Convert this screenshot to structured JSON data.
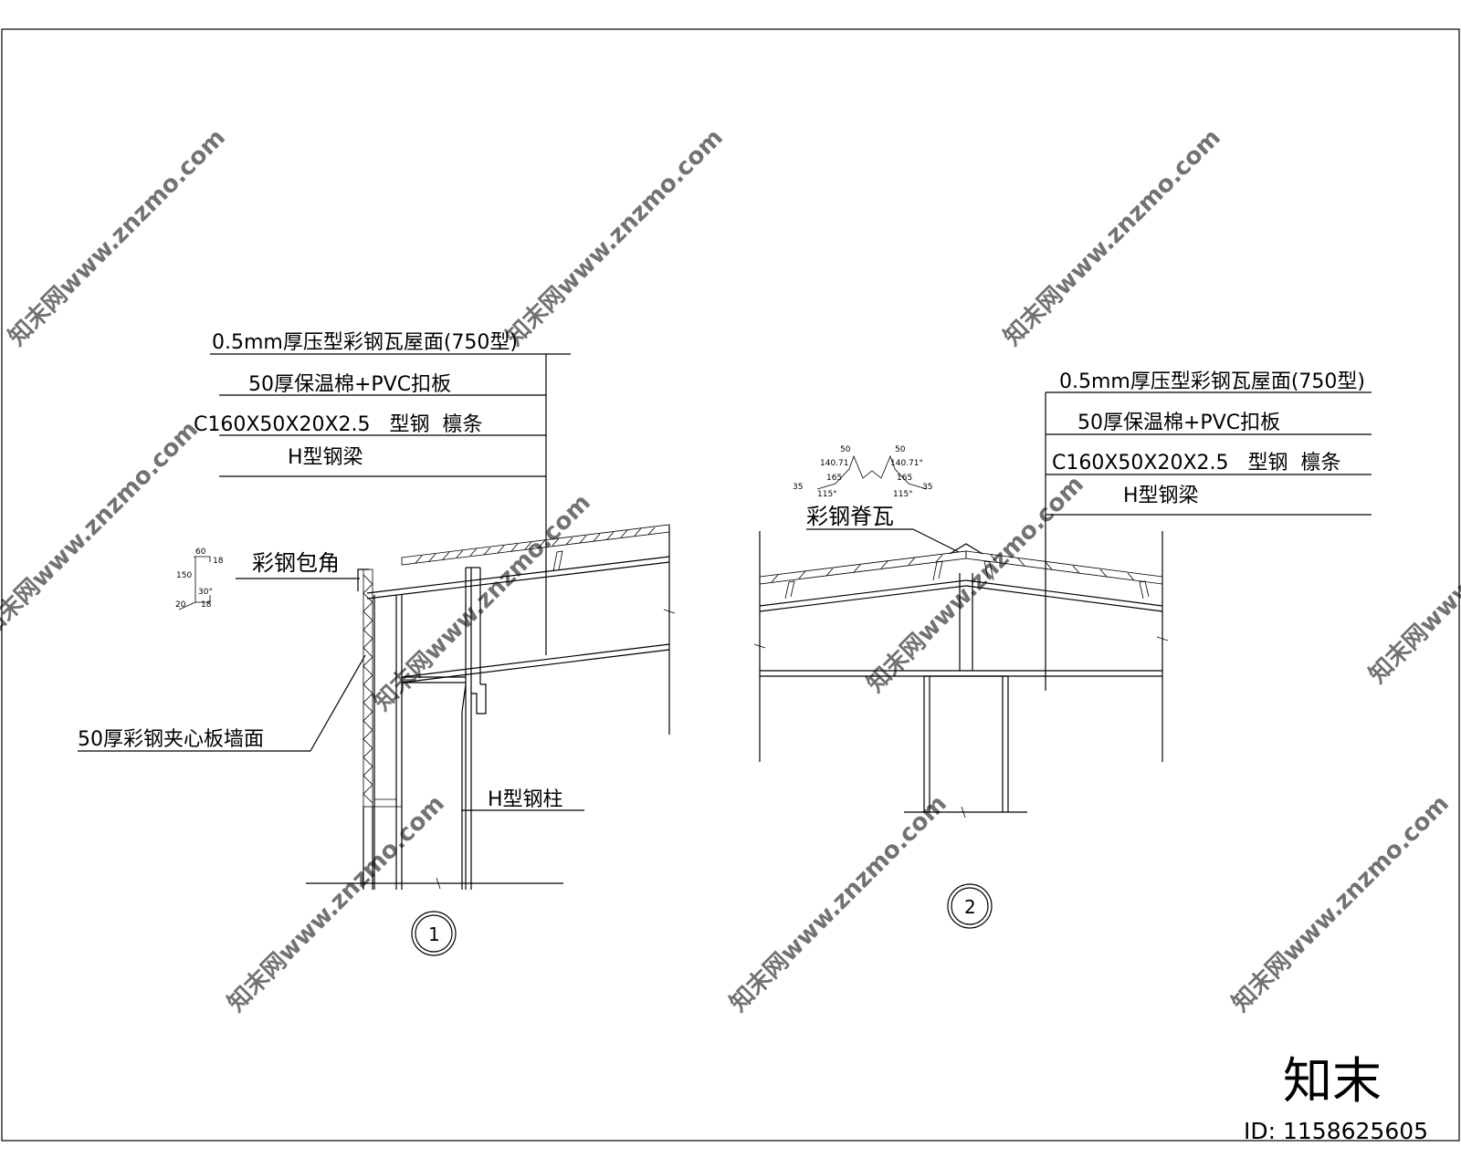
{
  "watermark": {
    "text": "知末网www.znzmo.com"
  },
  "brand": {
    "logo": "知末",
    "id": "ID: 1158625605"
  },
  "detail1": {
    "callouts": [
      "0.5mm厚压型彩钢瓦屋面(750型)",
      "50厚保温棉+PVC扣板",
      "C160X50X20X2.5   型钢  檩条",
      "H型钢梁"
    ],
    "corner_label": "彩钢包角",
    "wall_label": "50厚彩钢夹心板墙面",
    "column_label": "H型钢柱",
    "corner_dims": [
      "60",
      "18",
      "150",
      "30°",
      "20",
      "18"
    ],
    "number": "1"
  },
  "detail2": {
    "callouts": [
      "0.5mm厚压型彩钢瓦屋面(750型)",
      "50厚保温棉+PVC扣板",
      "C160X50X20X2.5   型钢  檩条",
      "H型钢梁"
    ],
    "ridge_label": "彩钢脊瓦",
    "ridge_dims": [
      "50",
      "50",
      "140.71",
      "140.71°",
      "165",
      "165",
      "35",
      "35",
      "115°",
      "115°"
    ],
    "number": "2"
  }
}
